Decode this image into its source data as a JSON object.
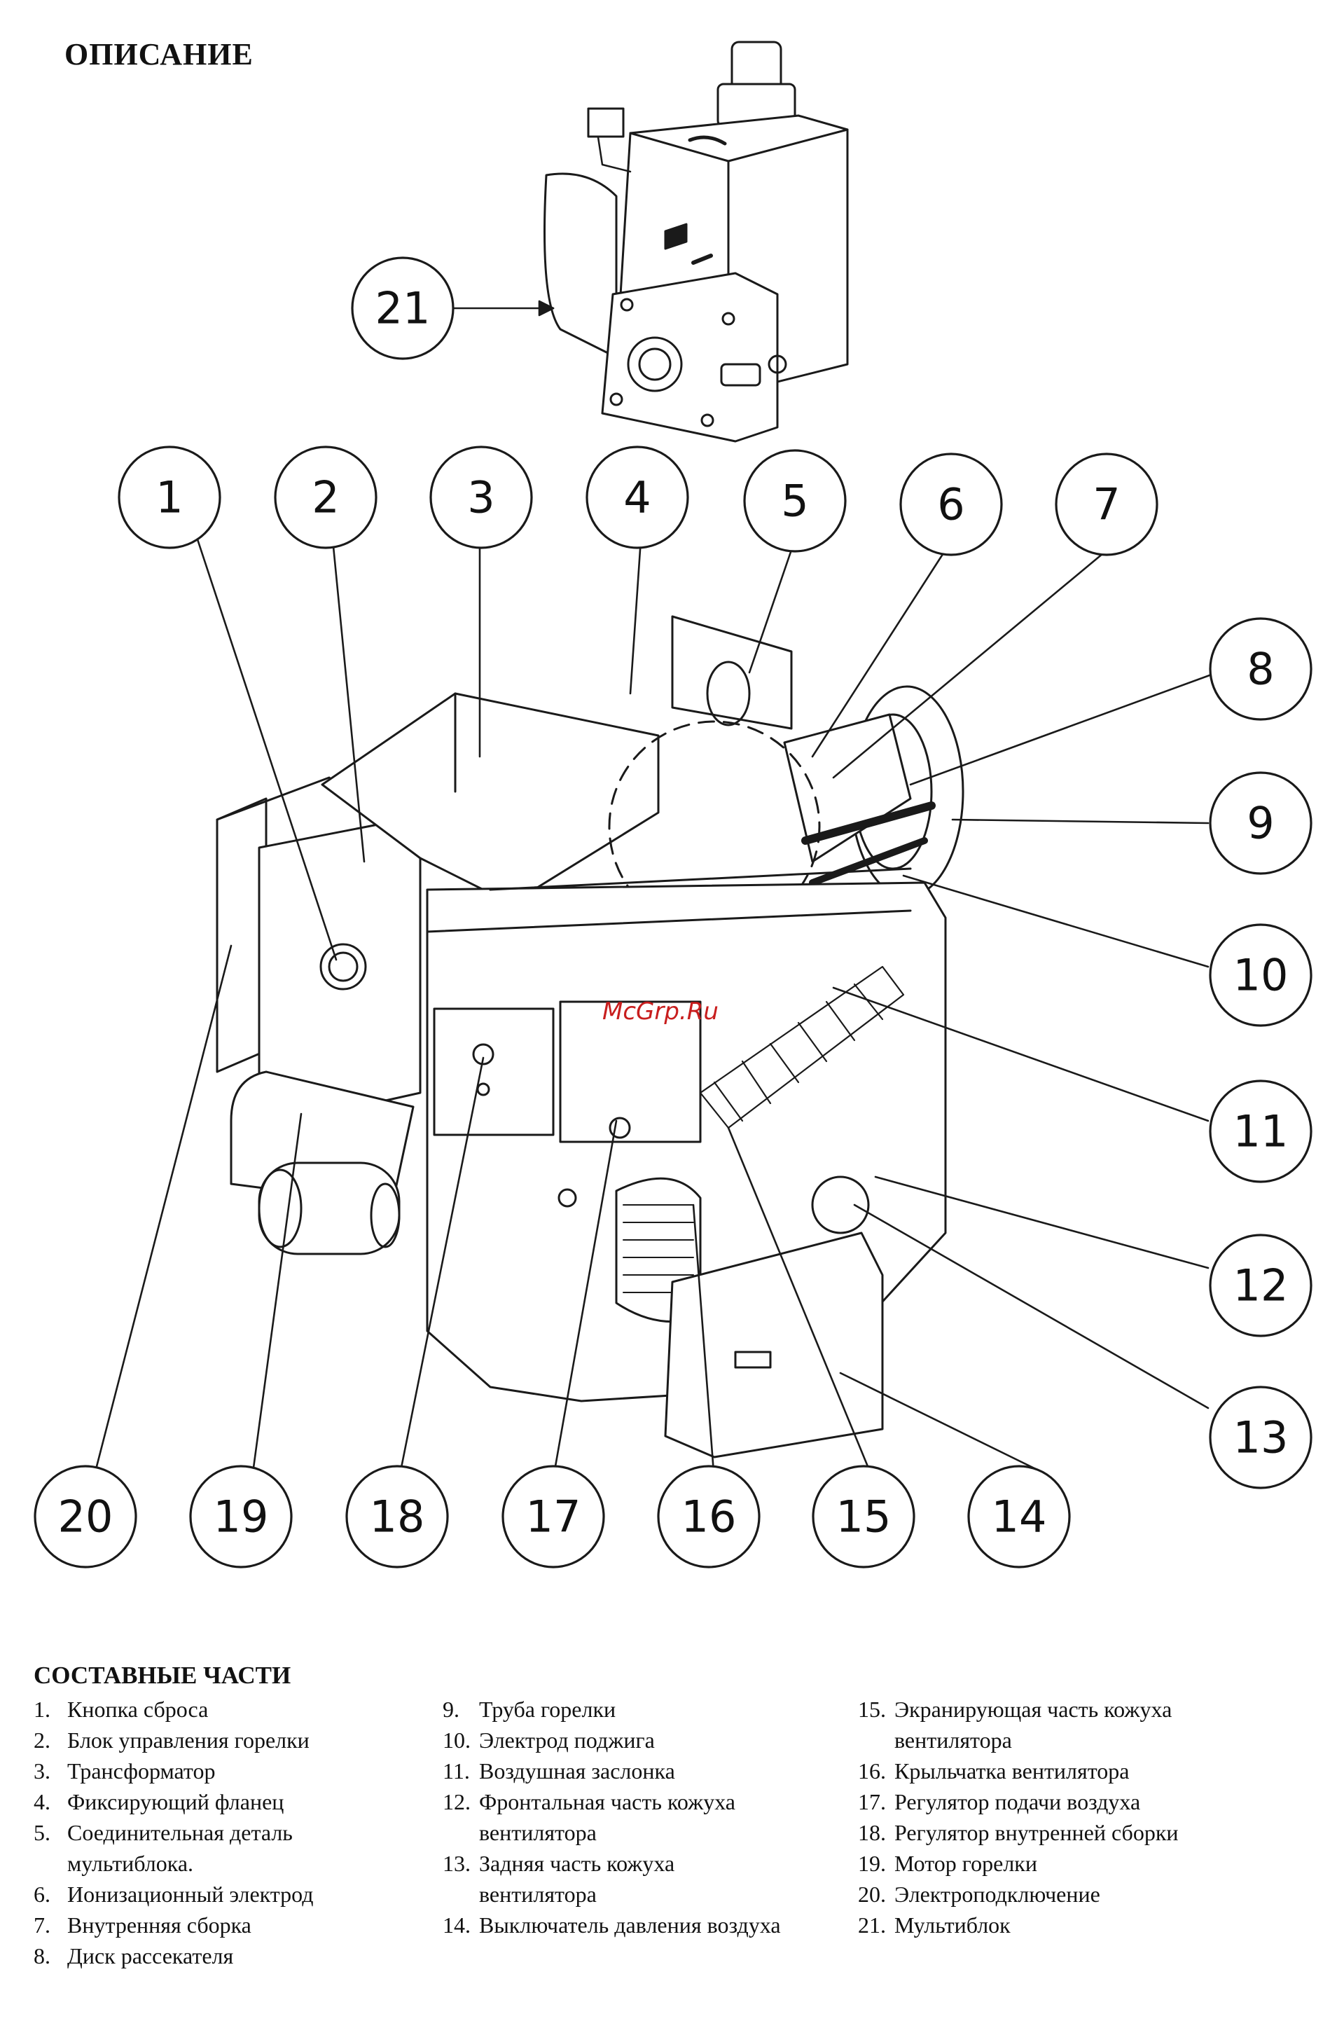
{
  "title": "ОПИСАНИЕ",
  "watermark": "McGrp.Ru",
  "callouts": [
    "1",
    "2",
    "3",
    "4",
    "5",
    "6",
    "7",
    "8",
    "9",
    "10",
    "11",
    "12",
    "13",
    "14",
    "15",
    "16",
    "17",
    "18",
    "19",
    "20",
    "21"
  ],
  "legend": {
    "heading": "СОСТАВНЫЕ ЧАСТИ",
    "items": [
      {
        "n": "1.",
        "text": "Кнопка сброса"
      },
      {
        "n": "2.",
        "text": "Блок управления горелки"
      },
      {
        "n": "3.",
        "text": "Трансформатор"
      },
      {
        "n": "4.",
        "text": "Фиксирующий фланец"
      },
      {
        "n": "5.",
        "text": "Соединительная деталь\nмультиблока."
      },
      {
        "n": "6.",
        "text": "Ионизационный электрод"
      },
      {
        "n": "7.",
        "text": "Внутренняя сборка"
      },
      {
        "n": "8.",
        "text": "Диск рассекателя"
      },
      {
        "n": "9.",
        "text": "Труба горелки"
      },
      {
        "n": "10.",
        "text": "Электрод поджига"
      },
      {
        "n": "11.",
        "text": "Воздушная заслонка"
      },
      {
        "n": "12.",
        "text": "Фронтальная часть кожуха\nвентилятора"
      },
      {
        "n": "13.",
        "text": "Задняя часть кожуха\nвентилятора"
      },
      {
        "n": "14.",
        "text": "Выключатель давления воздуха"
      },
      {
        "n": "15.",
        "text": "Экранирующая часть кожуха\nвентилятора"
      },
      {
        "n": "16.",
        "text": "Крыльчатка вентилятора"
      },
      {
        "n": "17.",
        "text": "Регулятор подачи воздуха"
      },
      {
        "n": "18.",
        "text": "Регулятор внутренней сборки"
      },
      {
        "n": "19.",
        "text": "Мотор горелки"
      },
      {
        "n": "20.",
        "text": "Электроподключение"
      },
      {
        "n": "21.",
        "text": "Мультиблок"
      }
    ]
  }
}
